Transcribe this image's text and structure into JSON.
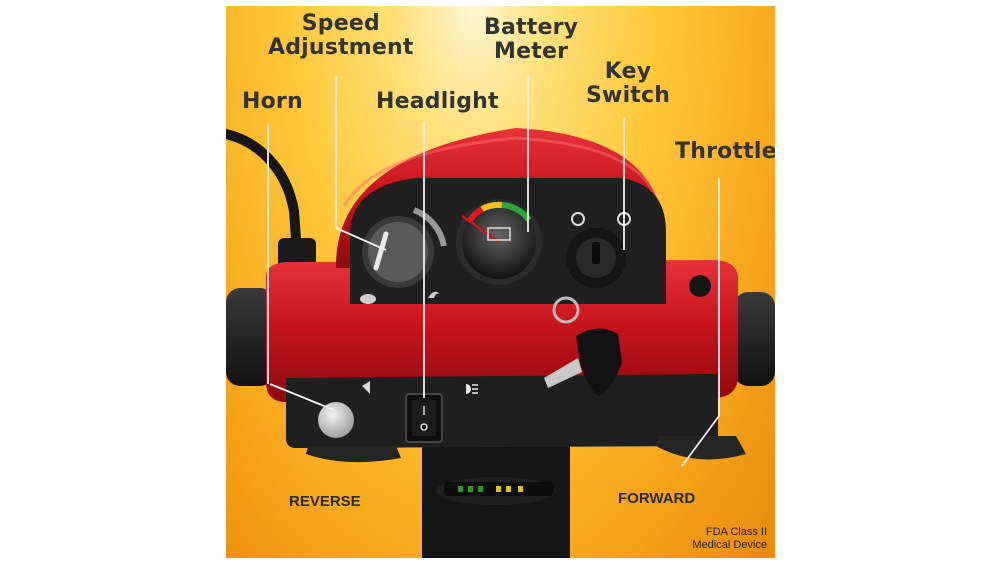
{
  "labels": {
    "speed_adjustment": [
      "Speed",
      "Adjustment"
    ],
    "horn": "Horn",
    "headlight": "Headlight",
    "battery_meter": [
      "Battery",
      "Meter"
    ],
    "key_switch": [
      "Key",
      "Switch"
    ],
    "throttle": "Throttle",
    "reverse": "REVERSE",
    "forward": "FORWARD",
    "fda_note": [
      "FDA Class II",
      "Medical Device"
    ]
  },
  "colors": {
    "body_red": "#c8141c",
    "panel_black": "#1e1e1e",
    "background_gold": "#f8b42a"
  },
  "icons": [
    "horn-icon",
    "headlight-icon",
    "battery-icon",
    "key-icon",
    "power-icon",
    "turtle-icon",
    "rabbit-icon"
  ]
}
